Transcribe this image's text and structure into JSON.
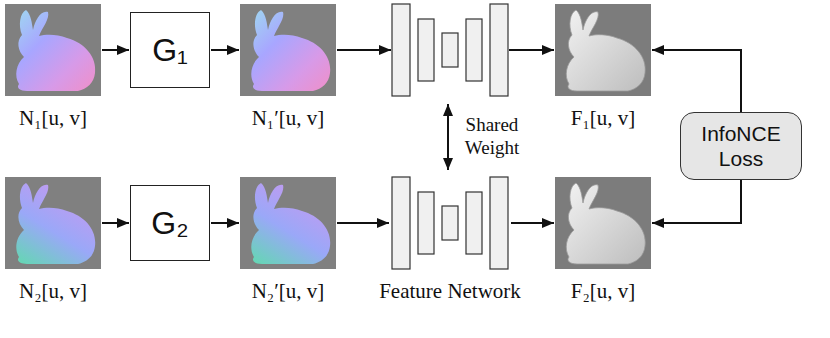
{
  "diagram": {
    "nodes": [
      {
        "text": [
          "N₁[u, v]"
        ]
      },
      {
        "text": [
          "G₁"
        ]
      },
      {
        "text": [
          "N₁′[u, v]"
        ]
      },
      {
        "text": [
          "F₁[u, v]"
        ]
      },
      {
        "text": [
          "InfoNCE Loss"
        ]
      },
      {
        "text": [
          "N₂[u, v]"
        ]
      },
      {
        "text": [
          "G₂"
        ]
      },
      {
        "text": [
          "N₂′[u, v]"
        ]
      },
      {
        "text": [
          "Feature Network"
        ]
      },
      {
        "text": [
          "F₂[u, v]"
        ]
      }
    ],
    "edges": [
      {
        "from": 0,
        "to": 1,
        "arrow": "to"
      },
      {
        "from": 1,
        "to": 2,
        "arrow": "to"
      },
      {
        "from": 5,
        "to": 6,
        "arrow": "to"
      },
      {
        "from": 6,
        "to": 7,
        "arrow": "to"
      },
      {
        "from": 7,
        "to": 8,
        "arrow": "to"
      },
      {
        "from": 8,
        "to": 9,
        "arrow": "to"
      },
      {
        "from": 4,
        "to": 3,
        "arrow": "to"
      },
      {
        "from": 4,
        "to": 9,
        "arrow": "to"
      }
    ],
    "labels": [
      "Shared Weight"
    ]
  }
}
